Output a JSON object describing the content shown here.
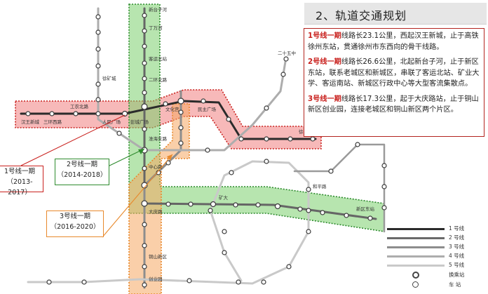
{
  "title": "2、轨道交通规划",
  "description": [
    {
      "line": "1号线一期",
      "text": "线路长23.1公里，西起汉王新城，止于高铁徐州东站，贯通徐州市东西向的骨干线路。"
    },
    {
      "line": "2号线一期",
      "text": "线路长26.6公里，北起新台子河，止于新区东站，联系老城区和新城区，串联了客运北站、矿业大学、客运南站、新城区行政中心等大型客流集散点。"
    },
    {
      "line": "3号线一期",
      "text": "线路长17.3公里，起于大庆路站，止于铜山新区创业园，连接老城区和铜山新区两个片区。"
    }
  ],
  "callouts": [
    {
      "label": "1号线一期",
      "years": "（2013-2017）"
    },
    {
      "label": "2号线一期",
      "years": "（2014-2018）"
    },
    {
      "label": "3号线一期",
      "years": "（2016-2020）"
    }
  ],
  "legend": [
    {
      "label": "1 号线",
      "color": "#2b2b2b"
    },
    {
      "label": "2 号线",
      "color": "#6a6a6a"
    },
    {
      "label": "3 号线",
      "color": "#8d8d8d"
    },
    {
      "label": "4 号线",
      "color": "#adadad"
    },
    {
      "label": "5 号线",
      "color": "#c9c9c9"
    },
    {
      "label": "换乘站"
    },
    {
      "label": "车 站"
    }
  ],
  "colors": {
    "line1_highlight": "#f08080",
    "line2_highlight": "#7ccf6e",
    "line3_highlight": "#f5a863",
    "callout1_border": "#c9211e",
    "callout2_border": "#2e8b2e",
    "callout3_border": "#e8892c"
  },
  "stations": {
    "l1": [
      "汉王新城",
      "三环西路",
      "工农北路",
      "人民广场",
      "彭城广场",
      "文化宫",
      "民主广场",
      "徐州东站"
    ],
    "l2": [
      "新台子河",
      "丁万河",
      "客运北站",
      "二环北路",
      "彭城广场",
      "淮海东路",
      "中心路",
      "矿大",
      "新区东站"
    ],
    "l3": [
      "大庆路",
      "铜山新区",
      "创业园"
    ],
    "other": [
      "徐矿城",
      "二十五中",
      "和平路"
    ]
  }
}
